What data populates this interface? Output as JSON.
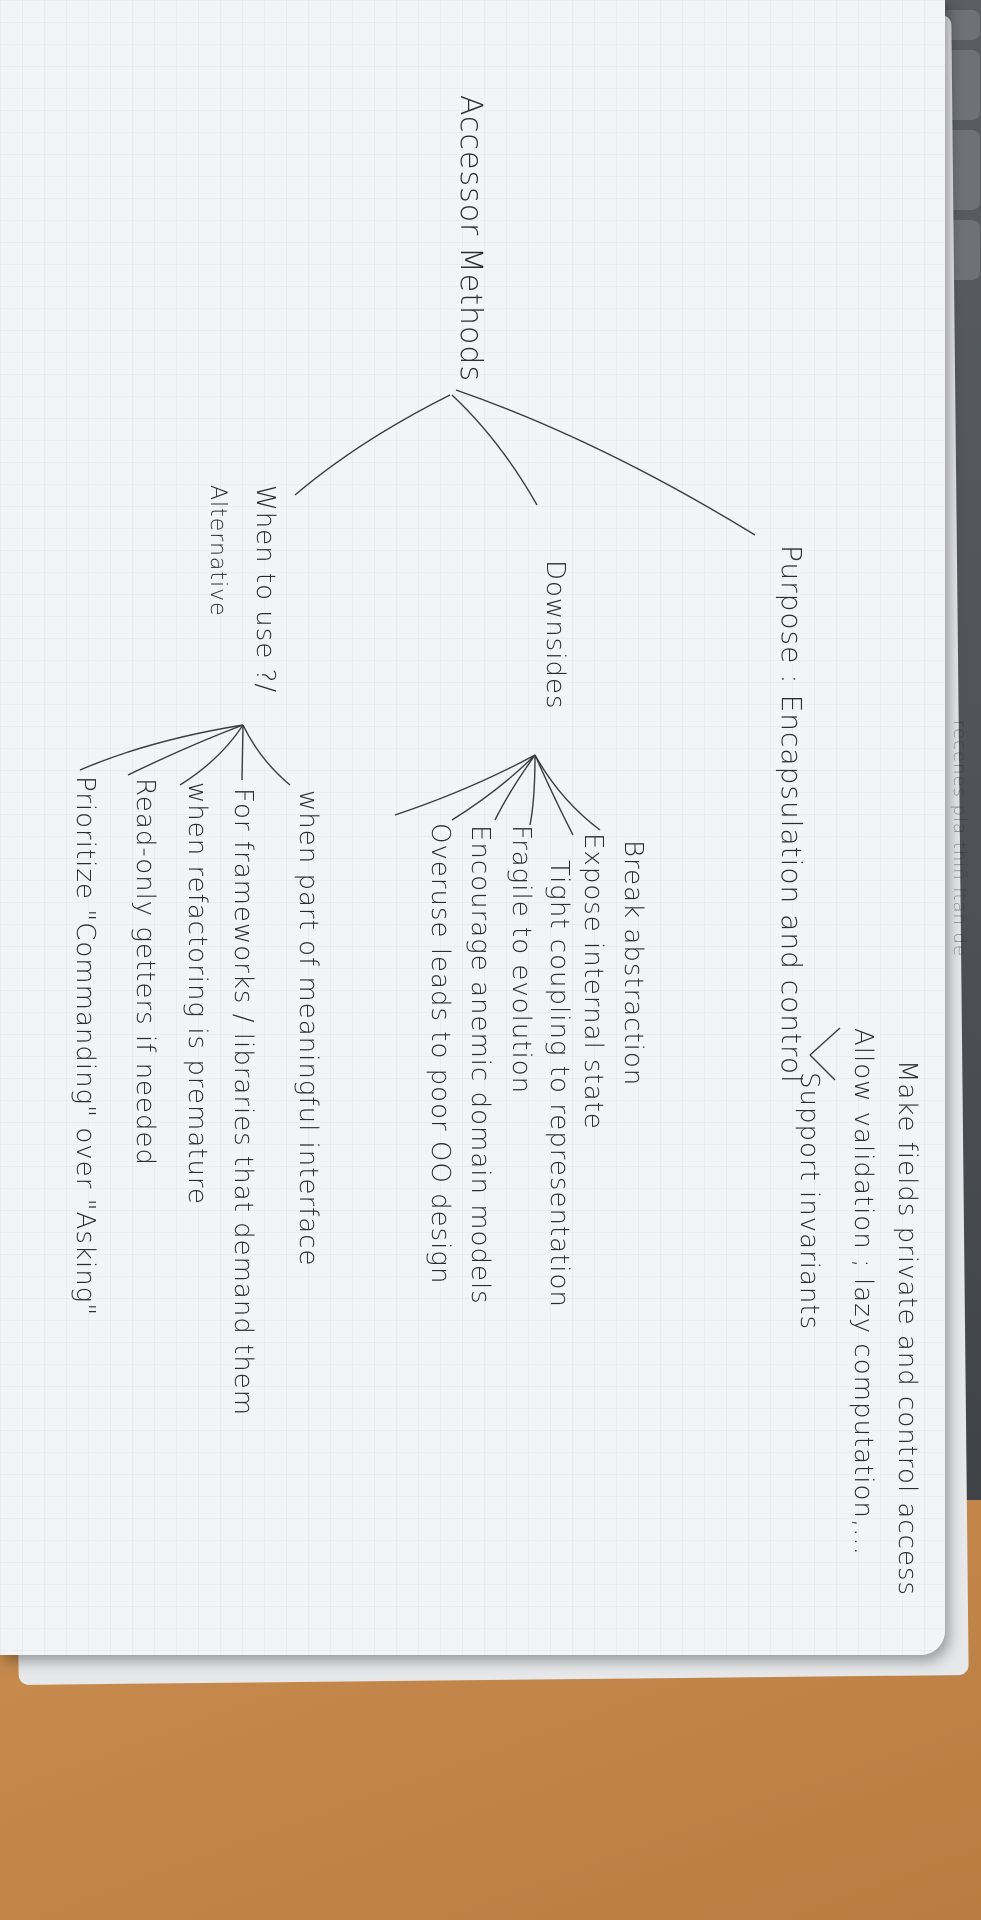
{
  "notes": {
    "title": "Accessor Methods",
    "faint_top": "recenes pla thiñ ltan de",
    "purpose": {
      "label": "Purpose : Encapsulation and control",
      "items": [
        "Make fields private and control access",
        "Allow validation ; lazy computation,...",
        "Support invariants"
      ]
    },
    "downsides": {
      "label": "Downsides",
      "items": [
        "Break abstraction",
        "Expose internal state",
        "Tight coupling to representation",
        "Fragile to evolution",
        "Encourage anemic domain models",
        "Overuse leads to poor OO design"
      ]
    },
    "when_to_use": {
      "label": "When to use ?/",
      "label2": "Alternative",
      "items": [
        "when part of meaningful interface",
        "For frameworks / libraries that demand them",
        "when refactoring is premature",
        "Read-only getters if needed",
        "Prioritize \"Commanding\" over \"Asking\""
      ]
    }
  },
  "colors": {
    "ink": "#2b2d33",
    "paper": "#f3f4f6",
    "desk": "#c58a4c",
    "keyboard": "#4e5156"
  }
}
